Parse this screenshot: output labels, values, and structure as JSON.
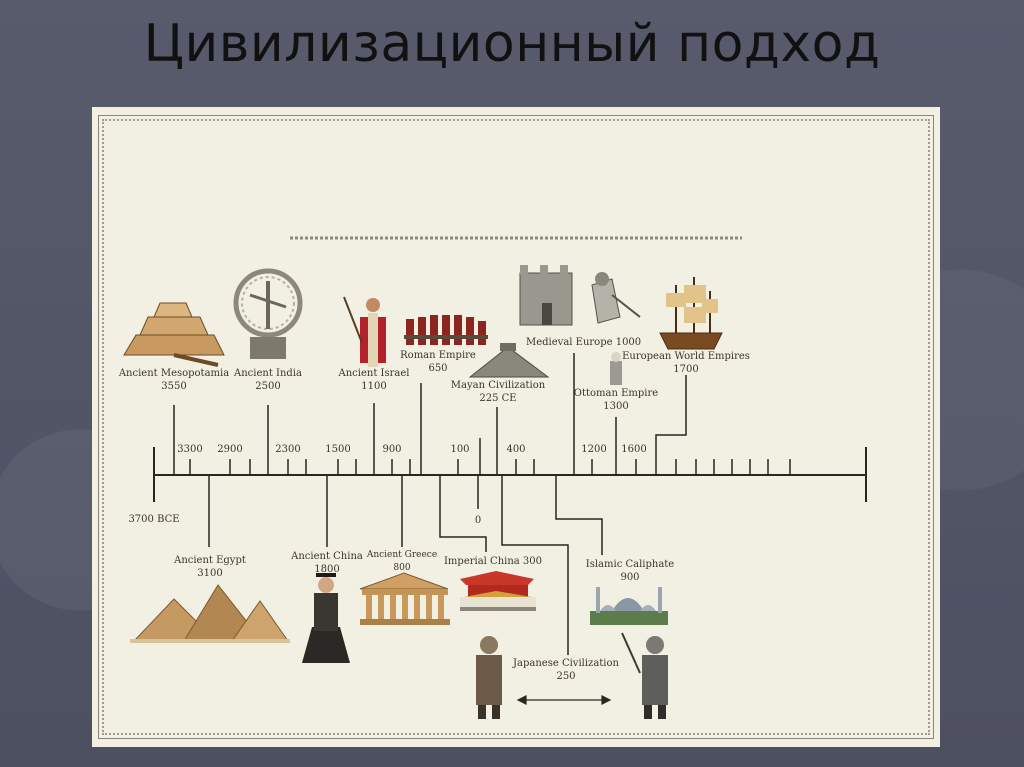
{
  "title": "Цивилизационный подход",
  "timeline": {
    "start_label": "3700 BCE",
    "top_ticks": [
      "3300",
      "2900",
      "2300",
      "1500",
      "900",
      "100",
      "400",
      "1200",
      "1600"
    ],
    "zero_label": "0",
    "above": [
      {
        "name": "Ancient Mesopotamia",
        "year": "3550"
      },
      {
        "name": "Ancient India",
        "year": "2500"
      },
      {
        "name": "Ancient Israel",
        "year": "1100"
      },
      {
        "name": "Roman Empire",
        "year": "650"
      },
      {
        "name": "Mayan Civilization",
        "year": "225 CE"
      },
      {
        "name": "Medieval Europe 1000",
        "year": ""
      },
      {
        "name": "Ottoman Empire",
        "year": "1300"
      },
      {
        "name": "European World Empires",
        "year": "1700"
      }
    ],
    "below": [
      {
        "name": "Ancient Egypt",
        "year": "3100"
      },
      {
        "name": "Ancient China",
        "year": "1800"
      },
      {
        "name": "Ancient Greece",
        "year": "800"
      },
      {
        "name": "Imperial China 300",
        "year": ""
      },
      {
        "name": "Islamic Caliphate",
        "year": "900"
      },
      {
        "name": "Japanese Civilization",
        "year": "250"
      }
    ]
  }
}
